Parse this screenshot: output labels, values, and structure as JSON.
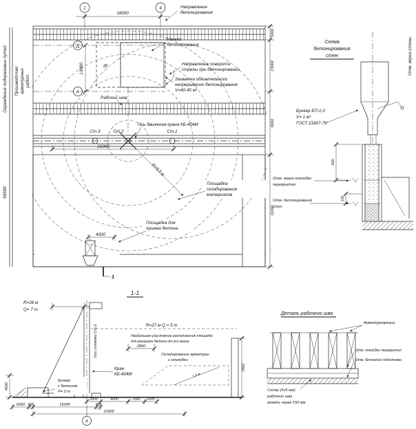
{
  "plan": {
    "grid1": "1",
    "grid4": "4",
    "gridA": "А",
    "gridD": "Д",
    "cut": "1",
    "dir1": "Направление",
    "dir2": "бетонирования",
    "start1": "Начало",
    "start2": "бетонирования",
    "rot1": "Направление поворота",
    "rot2": "стрелы при бетонировании",
    "zah1": "Захватка обязательного",
    "zah2": "непрерывного бетонирования",
    "zah3": "V=40-45 м³",
    "joint": "Рабочий шов",
    "axis": "Ось движения крана КБ-404М",
    "st1": "Ст.1",
    "st2": "Ст.2",
    "st3": "Ст.3",
    "zone": "III",
    "radius": "R=9,5 м",
    "rebar1": "Производство",
    "rebar2": "арматурных",
    "rebar3": "работ",
    "fence": "Ограждение подкрановых путей",
    "stor1": "Площадка",
    "stor2": "складирования",
    "stor3": "материалов",
    "recv1": "Площадка для",
    "recv2": "приема бетона",
    "d18000": "18000",
    "d21000": "21000",
    "d13000": "13000",
    "d4000": "4000",
    "d69500": "69500",
    "right": [
      "5000",
      "13000",
      "6000",
      "11000"
    ]
  },
  "scheme": {
    "t1": "Схема",
    "t2": "бетонирования",
    "t3": "стен",
    "b1": "Бункер БП-1,0",
    "b2": "V= 1 м³",
    "b3": "ГОСТ 21807-76*",
    "ov1": "Отм. верха опалубки",
    "ov2": "перекрытия",
    "ob1": "Отм. бетонирования",
    "ob2": "стен",
    "d500": "500",
    "d100": "100",
    "side": "Отм. верха стены"
  },
  "section": {
    "title": "1-1",
    "r28a": "R=28 м",
    "r28b": "Q= 7 т",
    "r27": "R=27 м  Q = 5 т",
    "axis": "Ось стоянки Ст.2",
    "n1": "Наибольшее расстояние расположения площадки",
    "n2": "для разгрузки бетона от оси крана",
    "d2800": "2800",
    "sk1": "Складирование арматуры",
    "sk2": "и опалубки",
    "k1": "Кран",
    "k2": "КБ-404М",
    "bu1": "Бункер",
    "bu2": "с бетоном",
    "bu3": "P= 3 т",
    "d7800": "7800",
    "d15": "1,5 м",
    "d4000": "4000",
    "c0": [
      "2000",
      "6000",
      "1500",
      "1000"
    ],
    "c1": [
      "5000",
      "800",
      "15000",
      "800"
    ],
    "c2": "10900",
    "gridA": "А"
  },
  "detail": {
    "title": "Деталь рабочего шва",
    "cages": "Арматуркаркасы",
    "o1": "Отм. опалубки перекрытия",
    "o2": "Отм. бетонной подготовки",
    "m1": "Сетку (5х5 мм)",
    "m2": "рабочего шва",
    "m3": "вязать через 150 мм"
  }
}
